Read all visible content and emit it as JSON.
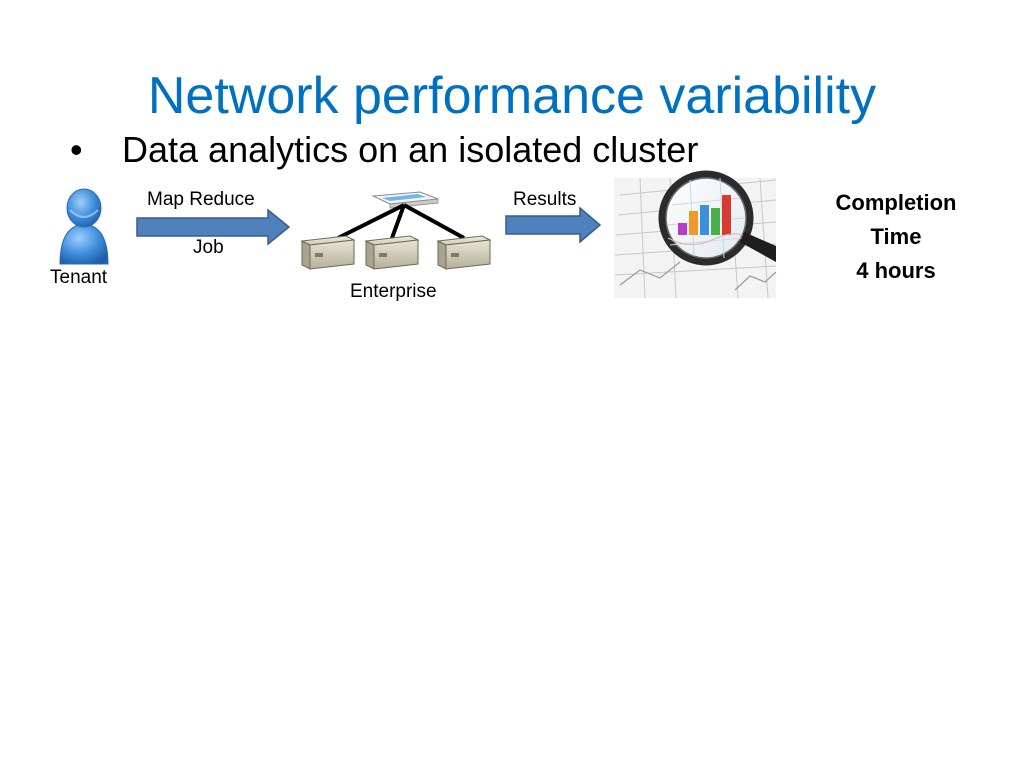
{
  "slide": {
    "title": "Network performance variability",
    "bullet": "Data analytics on an isolated cluster"
  },
  "diagram": {
    "tenant_label": "Tenant",
    "map_reduce_label": "Map Reduce",
    "job_label": "Job",
    "enterprise_label": "Enterprise",
    "results_label": "Results",
    "completion": {
      "line1": "Completion",
      "line2": "Time",
      "line3": "4 hours"
    }
  },
  "colors": {
    "title": "#0070c0",
    "arrow_fill": "#4f81bd",
    "arrow_stroke": "#385d8a",
    "tenant_icon": "#3d8bd9"
  },
  "icons": [
    "user-icon",
    "switch-icon",
    "server-icon",
    "magnifier-chart-icon"
  ]
}
